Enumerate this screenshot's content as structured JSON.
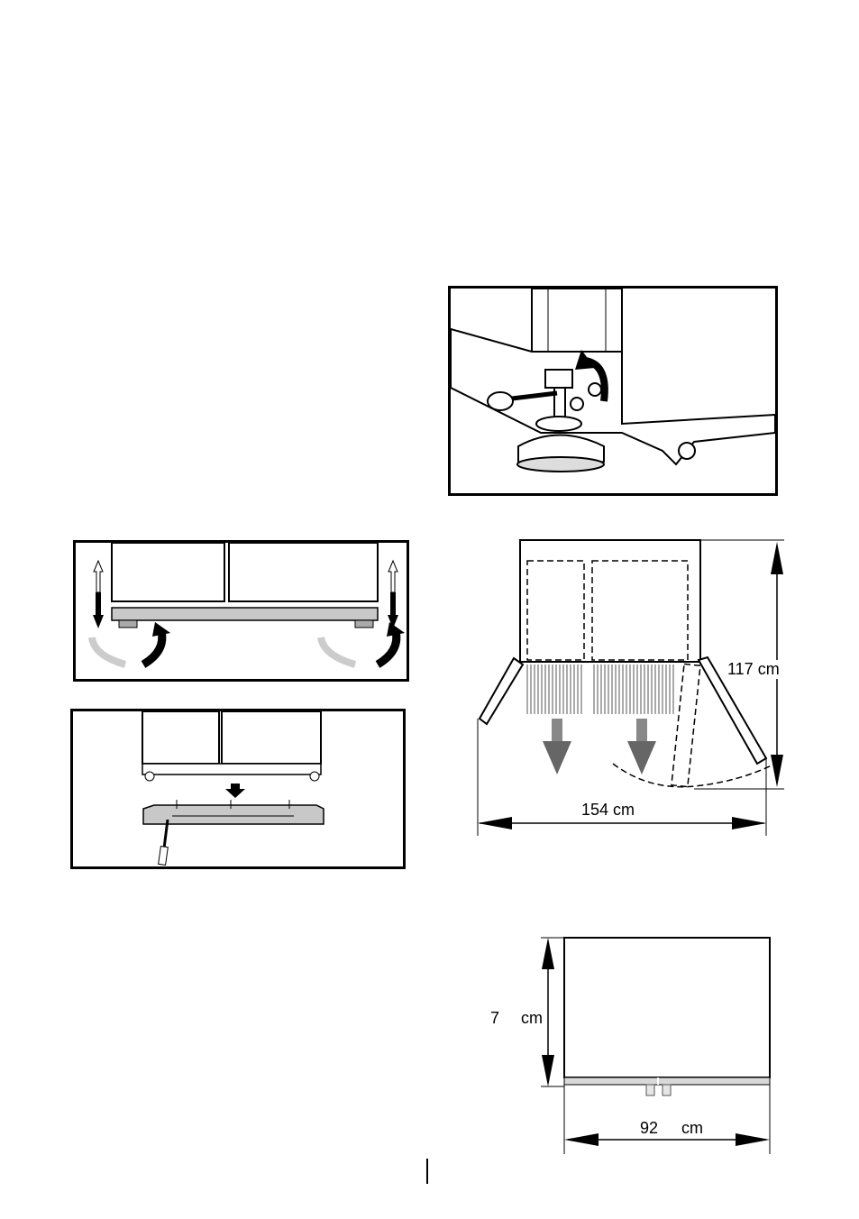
{
  "page": {
    "figures": {
      "foot_adjustment": {
        "description_icon": "foot-wrench-icon"
      },
      "door_leveling": {
        "icon": "rotate-arrows-icon"
      },
      "plinth_install": {
        "icon": "screwdriver-icon"
      },
      "door_swing": {
        "depth_label": "117 cm",
        "width_label": "154 cm"
      },
      "front_view": {
        "height_num": "7",
        "height_unit": "cm",
        "width_num": "92",
        "width_unit": "cm"
      }
    },
    "colors": {
      "line": "#000000",
      "gray_fill": "#c8c8c8",
      "light_gray": "#e6e6e6"
    }
  }
}
